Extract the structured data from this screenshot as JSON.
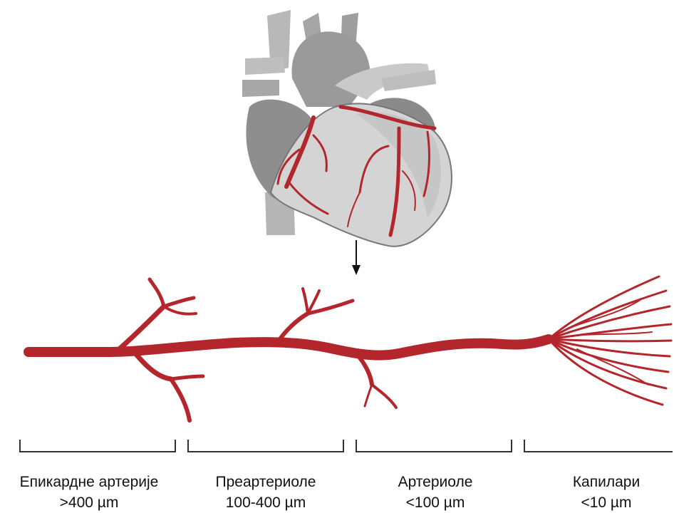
{
  "colors": {
    "vessel": "#B3262C",
    "vessel_dark": "#8E1A20",
    "heart_light": "#D2D2D2",
    "heart_mid": "#A9A9A9",
    "heart_dark": "#8C8C8C",
    "bracket": "#333333",
    "arrow": "#111111"
  },
  "icons": {
    "heart": "heart-icon",
    "arrow": "arrow-down-icon"
  },
  "segments": [
    {
      "name": "Епикардне артерије",
      "size": ">400 µm"
    },
    {
      "name": "Преартериоле",
      "size": "100-400 µm"
    },
    {
      "name": "Артериоле",
      "size": "<100 µm"
    },
    {
      "name": "Капилари",
      "size": "<10 µm"
    }
  ]
}
